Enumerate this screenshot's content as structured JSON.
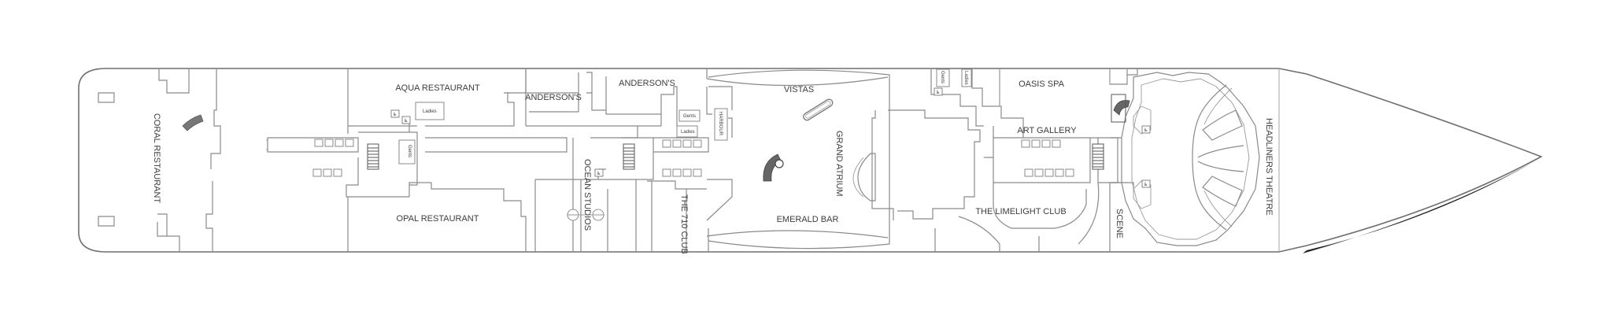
{
  "rooms": {
    "coral_restaurant": "CORAL RESTAURANT",
    "aqua_restaurant": "AQUA RESTAURANT",
    "opal_restaurant": "OPAL RESTAURANT",
    "andersons_left": "ANDERSON'S",
    "andersons_right": "ANDERSON'S",
    "ocean_studios": "OCEAN STUDIOS",
    "the_710_club": "THE 710 CLUB",
    "vistas": "VISTAS",
    "grand_atrium": "GRAND ATRIUM",
    "emerald_bar": "EMERALD BAR",
    "oasis_spa": "OASIS SPA",
    "art_gallery": "ART GALLERY",
    "limelight_club": "THE LIMELIGHT CLUB",
    "scene": "SCENE",
    "headliners_theatre": "HEADLINERS THEATRE"
  },
  "restrooms": {
    "ladies_aqua": "Ladies",
    "gents_mid": "Gents",
    "gents_fwd": "Gents",
    "ladies_fwd": "Ladies",
    "gents_spa": "Gents",
    "ladies_spa": "Ladies",
    "harbour": "HARBOUR"
  },
  "icons": [
    "accessible-icon",
    "staircase-icon",
    "elevator-icon"
  ]
}
